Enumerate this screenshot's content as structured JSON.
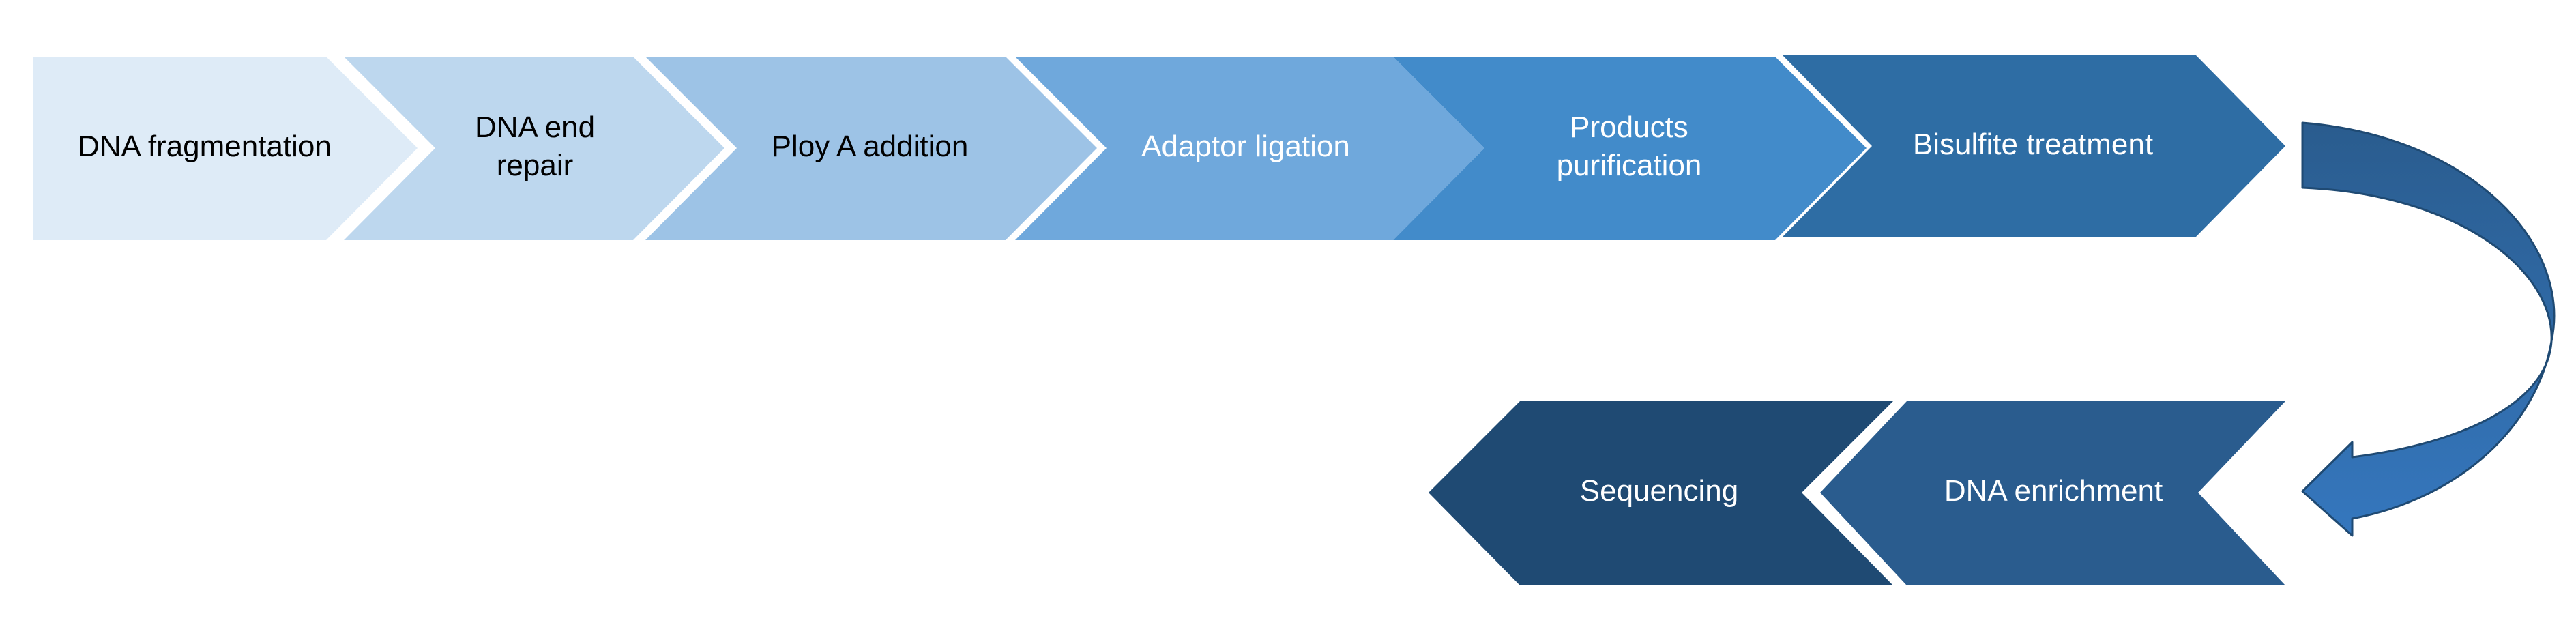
{
  "flow": {
    "row1": [
      {
        "id": "dna-fragmentation",
        "lines": [
          "DNA fragmentation"
        ],
        "fill": "#DEEBF7",
        "text_color": "#000000"
      },
      {
        "id": "dna-end-repair",
        "lines": [
          "DNA end",
          "repair"
        ],
        "fill": "#BDD7EE",
        "text_color": "#000000"
      },
      {
        "id": "ploy-a-addition",
        "lines": [
          "Ploy A addition"
        ],
        "fill": "#9DC3E6",
        "text_color": "#000000"
      },
      {
        "id": "adaptor-ligation",
        "lines": [
          "Adaptor ligation"
        ],
        "fill": "#6FA8DC",
        "text_color": "#FFFFFF"
      },
      {
        "id": "products-purification",
        "lines": [
          "Products",
          "purification"
        ],
        "fill": "#428BCA",
        "text_color": "#FFFFFF"
      },
      {
        "id": "bisulfite-treatment",
        "lines": [
          "Bisulfite treatment"
        ],
        "fill": "#2E6DA4",
        "text_color": "#FFFFFF"
      }
    ],
    "row2": [
      {
        "id": "dna-enrichment",
        "lines": [
          "DNA enrichment"
        ],
        "fill": "#2A5C8E",
        "text_color": "#FFFFFF"
      },
      {
        "id": "sequencing",
        "lines": [
          "Sequencing"
        ],
        "fill": "#1F4A73",
        "text_color": "#FFFFFF"
      }
    ],
    "connector": {
      "fill_start": "#2A5C8E",
      "fill_end": "#3577BE",
      "stroke": "#1F4A73"
    }
  }
}
